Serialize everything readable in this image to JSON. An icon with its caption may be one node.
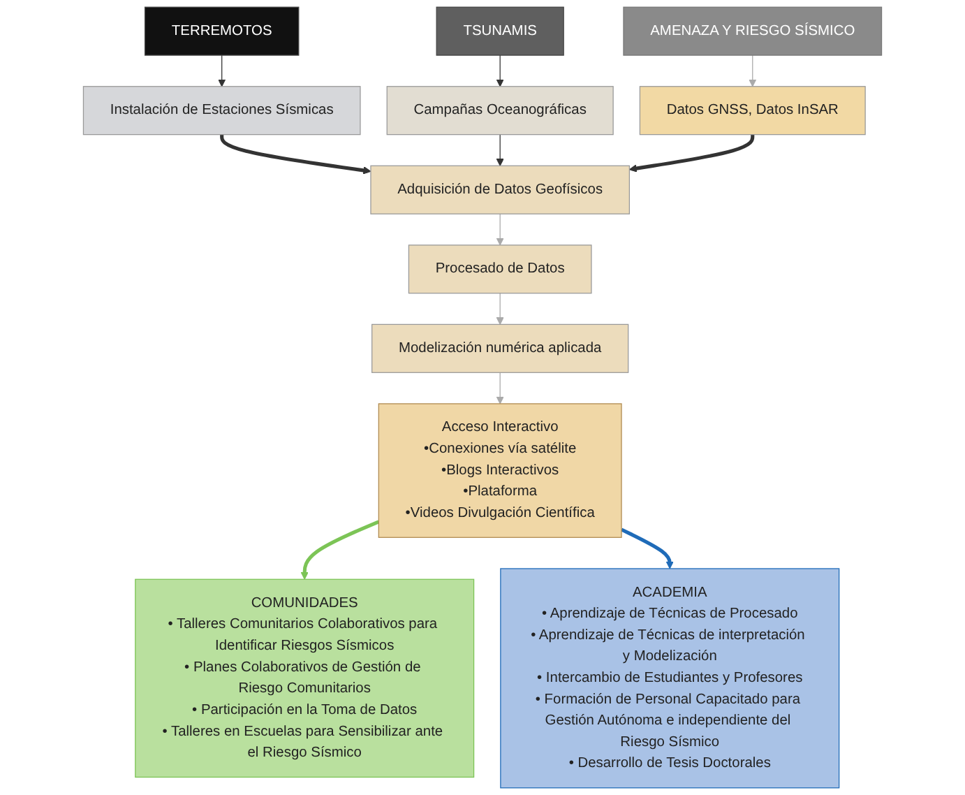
{
  "diagram": {
    "nodes": [
      {
        "text": [
          "TERREMOTOS"
        ]
      },
      {
        "text": [
          "TSUNAMIS"
        ]
      },
      {
        "text": [
          "AMENAZA Y RIESGO SÍSMICO"
        ]
      },
      {
        "text": [
          "Instalación de Estaciones Sísmicas"
        ]
      },
      {
        "text": [
          "Campañas Oceanográficas"
        ]
      },
      {
        "text": [
          "Datos GNSS, Datos InSAR"
        ]
      },
      {
        "text": [
          "Adquisición de Datos Geofísicos"
        ]
      },
      {
        "text": [
          "Procesado de Datos"
        ]
      },
      {
        "text": [
          "Modelización numérica aplicada"
        ]
      },
      {
        "text": [
          "Acceso Interactivo",
          "•Conexiones vía satélite",
          "•Blogs Interactivos",
          "•Plataforma",
          "•Videos Divulgación Científica"
        ]
      },
      {
        "text": [
          "COMUNIDADES",
          "• Talleres Comunitarios Colaborativos para Identificar Riesgos Sísmicos",
          "• Planes Colaborativos de Gestión de Riesgo Comunitarios",
          "• Participación en la Toma de Datos",
          "• Talleres en Escuelas para Sensibilizar ante el Riesgo Sísmico"
        ]
      },
      {
        "text": [
          "ACADEMIA",
          "• Aprendizaje de Técnicas de Procesado",
          "• Aprendizaje de Técnicas de interpretación y Modelización",
          "• Intercambio de Estudiantes y Profesores",
          "• Formación de Personal Capacitado para Gestión Autónoma e independiente del Riesgo Sísmico",
          "• Desarrollo de Tesis Doctorales"
        ]
      }
    ],
    "edges": [
      {
        "from": 0,
        "to": 3,
        "arrow": "to"
      },
      {
        "from": 1,
        "to": 4,
        "arrow": "to"
      },
      {
        "from": 2,
        "to": 5,
        "arrow": "to",
        "color": "#aaaaaa"
      },
      {
        "from": 3,
        "to": 6,
        "arrow": "to",
        "style": "thick"
      },
      {
        "from": 4,
        "to": 6,
        "arrow": "to"
      },
      {
        "from": 5,
        "to": 6,
        "arrow": "to",
        "style": "thick"
      },
      {
        "from": 6,
        "to": 7,
        "arrow": "to",
        "color": "#aaaaaa"
      },
      {
        "from": 7,
        "to": 8,
        "arrow": "to",
        "color": "#aaaaaa"
      },
      {
        "from": 8,
        "to": 9,
        "arrow": "to",
        "color": "#aaaaaa"
      },
      {
        "from": 9,
        "to": 10,
        "arrow": "to",
        "style": "thick",
        "color": "#7cc456"
      },
      {
        "from": 9,
        "to": 11,
        "arrow": "to",
        "style": "thick",
        "color": "#1f6bb8"
      }
    ]
  }
}
